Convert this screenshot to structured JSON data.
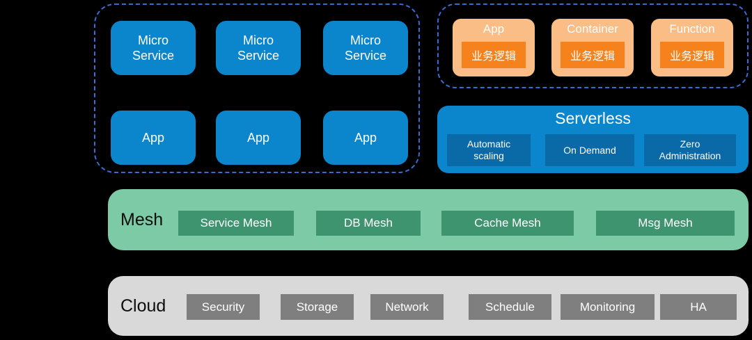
{
  "colors": {
    "background": "#000000",
    "dashed_border": "#3a6bd0",
    "blue": "#0b85cc",
    "blue_dark": "#0a69a7",
    "orange_light": "#f9bd85",
    "orange": "#f6821d",
    "green_light": "#7ccba6",
    "green_dark": "#3f9470",
    "gray_light": "#d9d9d9",
    "gray_dark": "#7f7f7f"
  },
  "micro_service_group": {
    "row1": [
      "Micro Service",
      "Micro Service",
      "Micro Service"
    ],
    "row2": [
      "App",
      "App",
      "App"
    ]
  },
  "runtime_group": {
    "items": [
      {
        "label": "App",
        "inner": "业务逻辑"
      },
      {
        "label": "Container",
        "inner": "业务逻辑"
      },
      {
        "label": "Function",
        "inner": "业务逻辑"
      }
    ]
  },
  "serverless": {
    "title": "Serverless",
    "features": [
      "Automatic scaling",
      "On Demand",
      "Zero Administration"
    ]
  },
  "mesh": {
    "label": "Mesh",
    "items": [
      "Service Mesh",
      "DB Mesh",
      "Cache Mesh",
      "Msg Mesh"
    ]
  },
  "cloud": {
    "label": "Cloud",
    "items": [
      "Security",
      "Storage",
      "Network",
      "Schedule",
      "Monitoring",
      "HA"
    ]
  }
}
